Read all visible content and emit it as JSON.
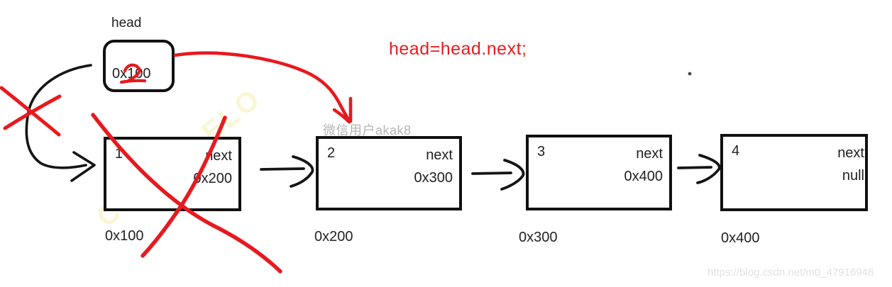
{
  "head_pointer": {
    "label": "head",
    "value": "0x100",
    "scribbled_new_value": "2"
  },
  "annotation": {
    "code": "head=head.next;"
  },
  "nodes": [
    {
      "value": "1",
      "next_label": "next",
      "next_value": "0x200",
      "address": "0x100"
    },
    {
      "value": "2",
      "next_label": "next",
      "next_value": "0x300",
      "address": "0x200"
    },
    {
      "value": "3",
      "next_label": "next",
      "next_value": "0x400",
      "address": "0x300"
    },
    {
      "value": "4",
      "next_label": "next",
      "next_value": "null",
      "address": "0x400"
    }
  ],
  "watermarks": {
    "user": "微信用户akak8",
    "url": "https://blog.csdn.net/m0_47916948",
    "diagonal": "CDRLOLELO"
  },
  "colors": {
    "ink": "#151515",
    "annotation_red": "#e8191d",
    "watermark_gray": "#b5b5b5",
    "watermark_faint_gray": "#e2e2e2",
    "watermark_yellow": "#f4f0b2"
  }
}
